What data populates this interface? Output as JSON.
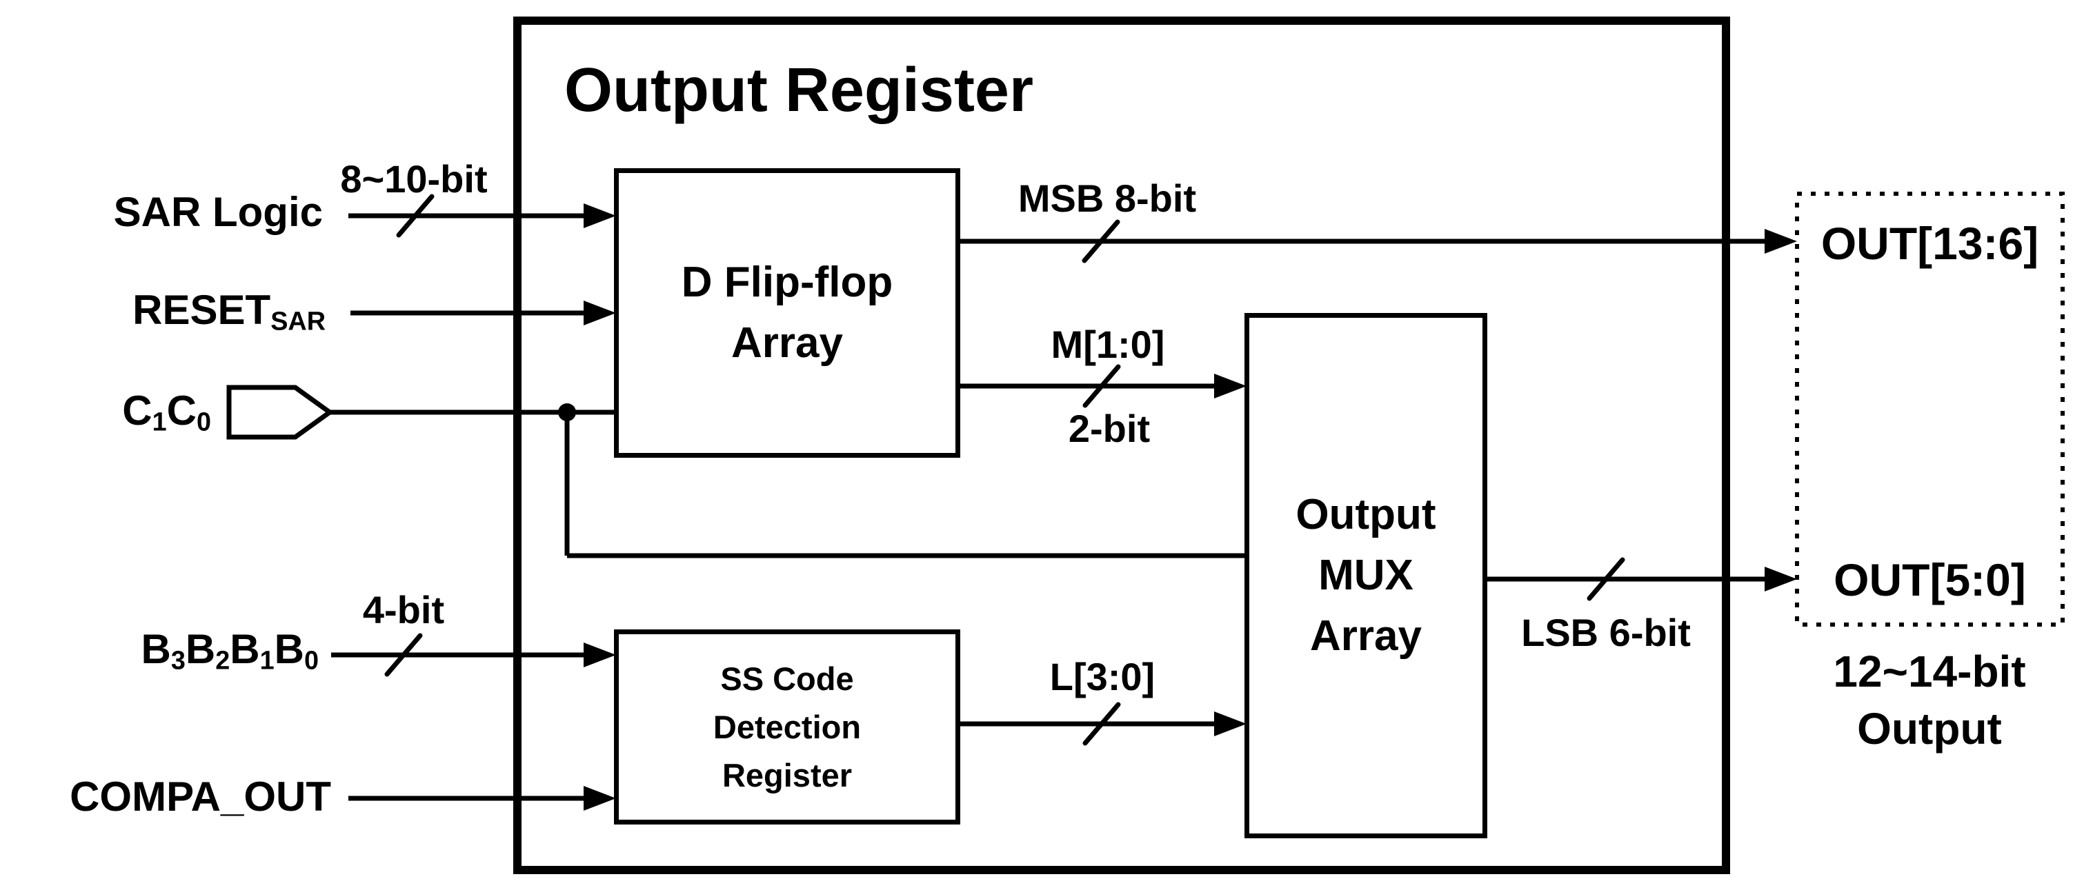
{
  "diagram": {
    "title": "Output Register",
    "inputs": {
      "sar_logic": {
        "label": "SAR Logic",
        "bus": "8~10-bit"
      },
      "reset": {
        "label": "RESET",
        "subscript": "SAR"
      },
      "c_code": {
        "parts": [
          "C",
          "1",
          "C",
          "0"
        ]
      },
      "b_code": {
        "parts": [
          "B",
          "3",
          "B",
          "2",
          "B",
          "1",
          "B",
          "0"
        ],
        "bus": "4-bit"
      },
      "compa_out": {
        "label": "COMPA_OUT"
      }
    },
    "blocks": {
      "dff": {
        "line1": "D Flip-flop",
        "line2": "Array"
      },
      "ss": {
        "line1": "SS Code",
        "line2": "Detection",
        "line3": "Register"
      },
      "mux": {
        "line1": "Output",
        "line2": "MUX",
        "line3": "Array"
      }
    },
    "buses": {
      "msb": "MSB 8-bit",
      "m": "M[1:0]",
      "m_bits": "2-bit",
      "l": "L[3:0]",
      "lsb": "LSB 6-bit"
    },
    "outputs": {
      "out_high": "OUT[13:6]",
      "out_low": "OUT[5:0]",
      "caption_line1": "12~14-bit",
      "caption_line2": "Output"
    },
    "colors": {
      "ink": "#000000",
      "background": "#ffffff"
    }
  }
}
